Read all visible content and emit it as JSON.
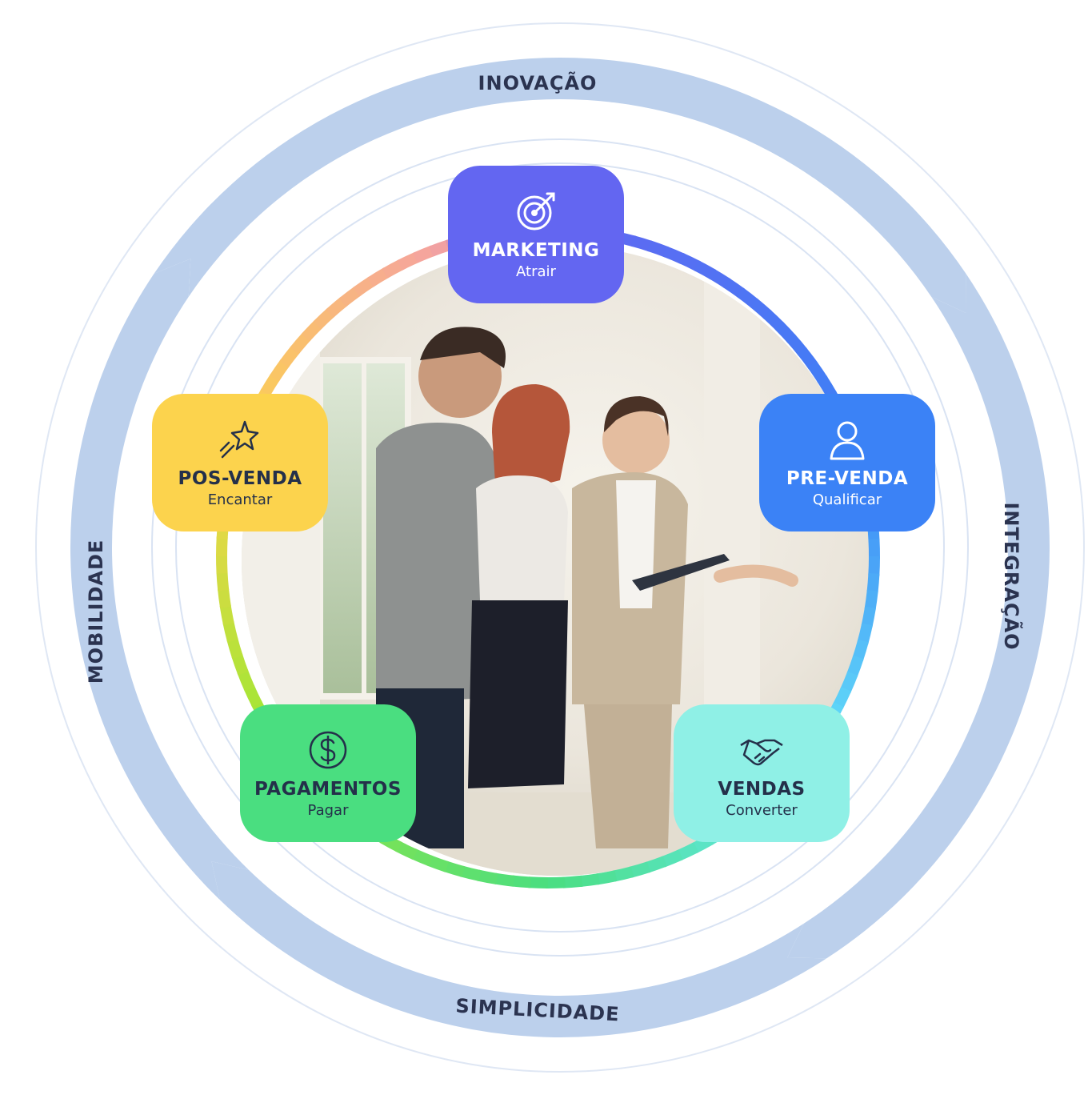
{
  "ring": {
    "top": "INOVAÇÃO",
    "right": "INTEGRAÇÃO",
    "bottom": "SIMPLICIDADE",
    "left": "MOBILIDADE"
  },
  "stages": [
    {
      "id": "marketing",
      "title": "MARKETING",
      "subtitle": "Atrair",
      "icon": "target-icon",
      "color": "#6366f1",
      "text_color": "#ffffff"
    },
    {
      "id": "pre-venda",
      "title": "PRE-VENDA",
      "subtitle": "Qualificar",
      "icon": "user-icon",
      "color": "#3b82f6",
      "text_color": "#ffffff"
    },
    {
      "id": "vendas",
      "title": "VENDAS",
      "subtitle": "Converter",
      "icon": "handshake-icon",
      "color": "#8ff0e6",
      "text_color": "#24304a"
    },
    {
      "id": "pagamentos",
      "title": "PAGAMENTOS",
      "subtitle": "Pagar",
      "icon": "dollar-icon",
      "color": "#4ade80",
      "text_color": "#24304a"
    },
    {
      "id": "pos-venda",
      "title": "POS-VENDA",
      "subtitle": "Encantar",
      "icon": "sparkle-icon",
      "color": "#fcd34d",
      "text_color": "#24304a"
    }
  ],
  "colors": {
    "band": "#bcd0ec",
    "thin_ring": "#d9e3f3",
    "label": "#2b3350"
  }
}
